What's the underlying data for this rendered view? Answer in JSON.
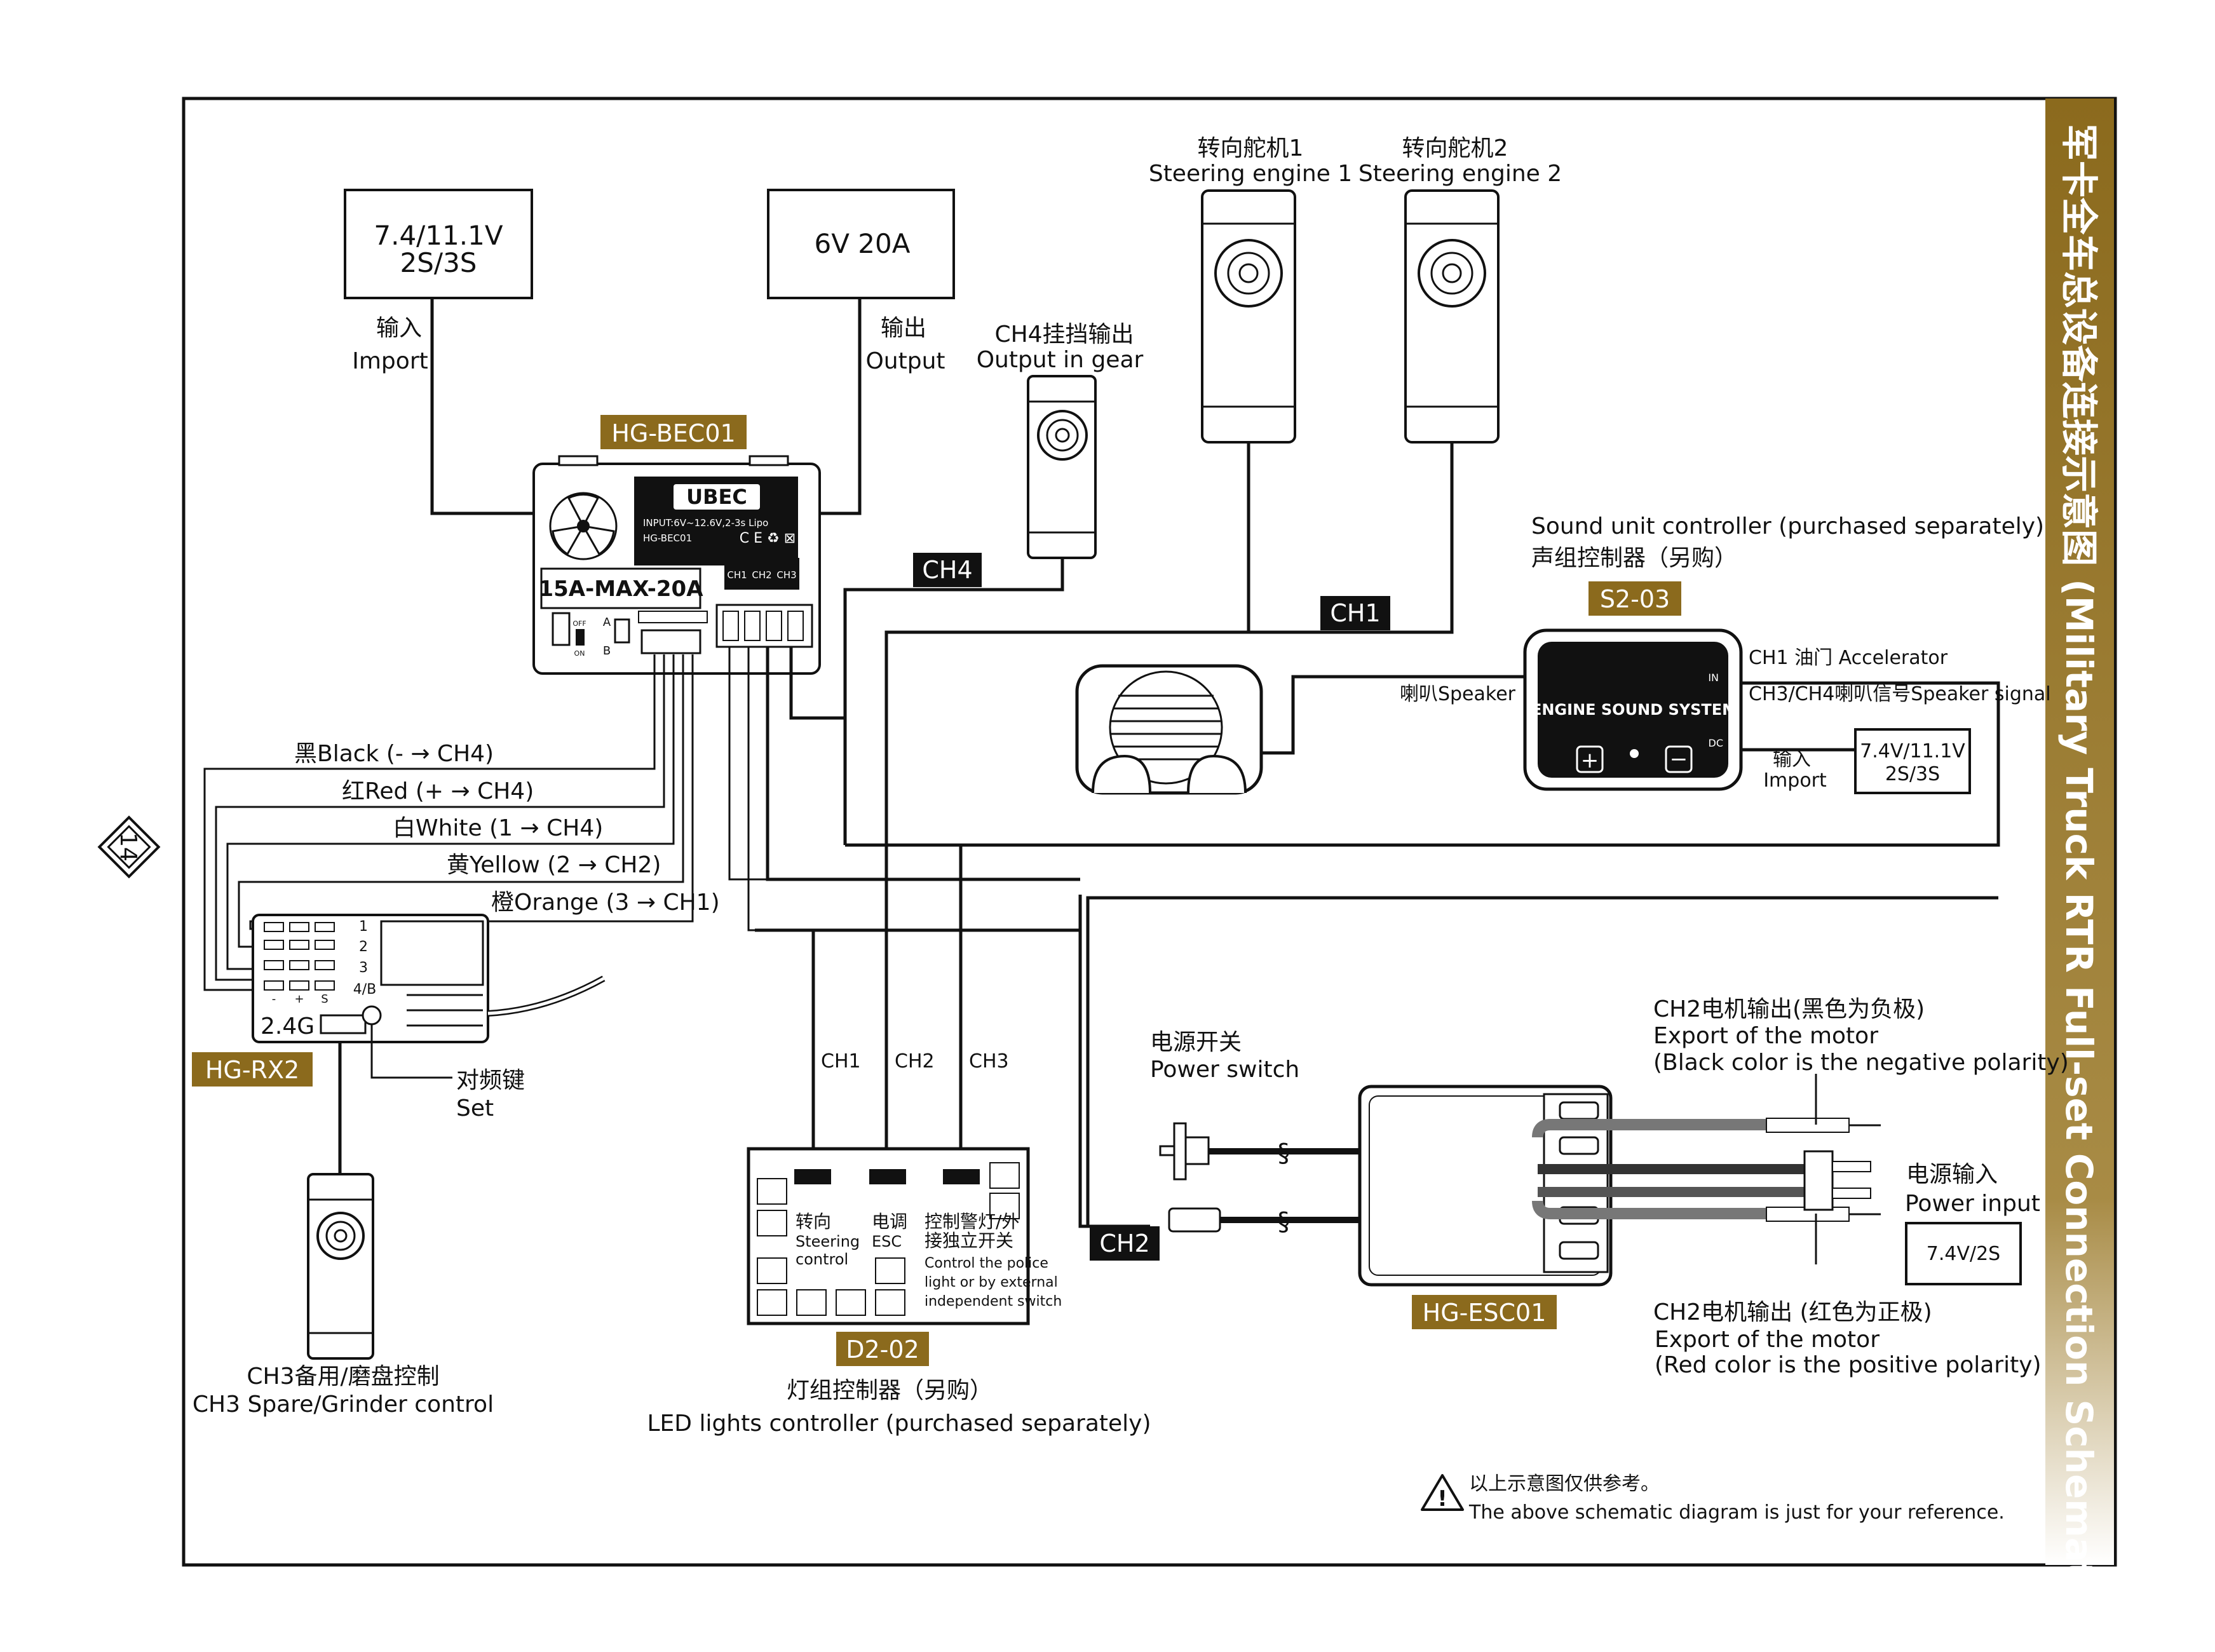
{
  "page_number": "14",
  "title": "军卡全车总设备连接示意图 (Military Truck RTR Full-set Connection Schematic)",
  "colors": {
    "tag_bg": "#8b6a1d",
    "title_bar": "#8b6a1d",
    "line": "#111111"
  },
  "battery": {
    "spec_line1": "7.4/11.1V",
    "spec_line2": "2S/3S",
    "label_cn": "输入",
    "label_en": "Import"
  },
  "bec_output": {
    "spec": "6V   20A",
    "label_cn": "输出",
    "label_en": "Output"
  },
  "bec": {
    "tag": "HG-BEC01",
    "brand": "UBEC",
    "input_line1": "INPUT:6V~12.6V,2-3s Lipo",
    "input_line2": "HG-BEC01",
    "rating": "15A-MAX-20A",
    "ch1": "CH1",
    "ch2": "CH2",
    "ch3": "CH3",
    "switch_off": "OFF",
    "switch_on": "ON",
    "a": "A",
    "b": "B"
  },
  "gear_servo": {
    "label_cn": "CH4挂挡输出",
    "label_en": "Output in gear",
    "channel": "CH4"
  },
  "steering1": {
    "label_cn": "转向舵机1",
    "label_en": "Steering engine 1"
  },
  "steering2": {
    "label_cn": "转向舵机2",
    "label_en": "Steering engine 2"
  },
  "ch1_tag": "CH1",
  "sound": {
    "label_en": "Sound unit controller (purchased separately)",
    "label_cn": "声组控制器（另购）",
    "tag": "S2-03",
    "device": "ENGINE SOUND SYSTEM",
    "in": "IN",
    "dc": "DC",
    "speaker_label": "喇叭Speaker",
    "ch1_label": "CH1  油门  Accelerator",
    "ch34_label": "CH3/CH4喇叭信号Speaker signal",
    "input_cn": "输入",
    "input_en": "Import",
    "battery_line1": "7.4V/11.1V",
    "battery_line2": "2S/3S"
  },
  "wires": {
    "black": "黑Black (- → CH4)",
    "red": "红Red (+ → CH4)",
    "white": "白White (1 → CH4)",
    "yellow": "黄Yellow (2 → CH2)",
    "orange": "橙Orange (3 → CH1)"
  },
  "receiver": {
    "tag": "HG-RX2",
    "band": "2.4G",
    "pins": [
      "1",
      "2",
      "3",
      "4/B"
    ],
    "pin_row": [
      "-",
      "+",
      "S"
    ],
    "set_cn": "对频键",
    "set_en": "Set"
  },
  "ch3_servo": {
    "label_cn": "CH3备用/磨盘控制",
    "label_en": "CH3 Spare/Grinder control"
  },
  "led": {
    "ch1": "CH1",
    "ch2": "CH2",
    "ch3": "CH3",
    "steer_cn": "转向",
    "steer_en1": "Steering",
    "steer_en2": "control",
    "esc_cn": "电调",
    "esc_en": "ESC",
    "police_cn1": "控制警灯/外",
    "police_cn2": "接独立开关",
    "police_en1": "Control the police",
    "police_en2": "light or by external",
    "police_en3": "independent switch",
    "tag": "D2-02",
    "label_cn": "灯组控制器（另购）",
    "label_en": "LED lights controller (purchased separately)"
  },
  "power_switch": {
    "label_cn": "电源开关",
    "label_en": "Power switch"
  },
  "ch2_tag": "CH2",
  "esc": {
    "tag": "HG-ESC01",
    "neg_cn": "CH2电机输出(黑色为负极)",
    "neg_en1": "Export of the motor",
    "neg_en2": "(Black color is the negative polarity)",
    "power_cn": "电源输入",
    "power_en": "Power input",
    "battery": "7.4V/2S",
    "pos_cn": "CH2电机输出 (红色为正极)",
    "pos_en1": "Export of the motor",
    "pos_en2": "(Red color is the positive polarity)"
  },
  "note": {
    "cn": "以上示意图仅供参考。",
    "en": "The above schematic diagram is just for your reference."
  }
}
